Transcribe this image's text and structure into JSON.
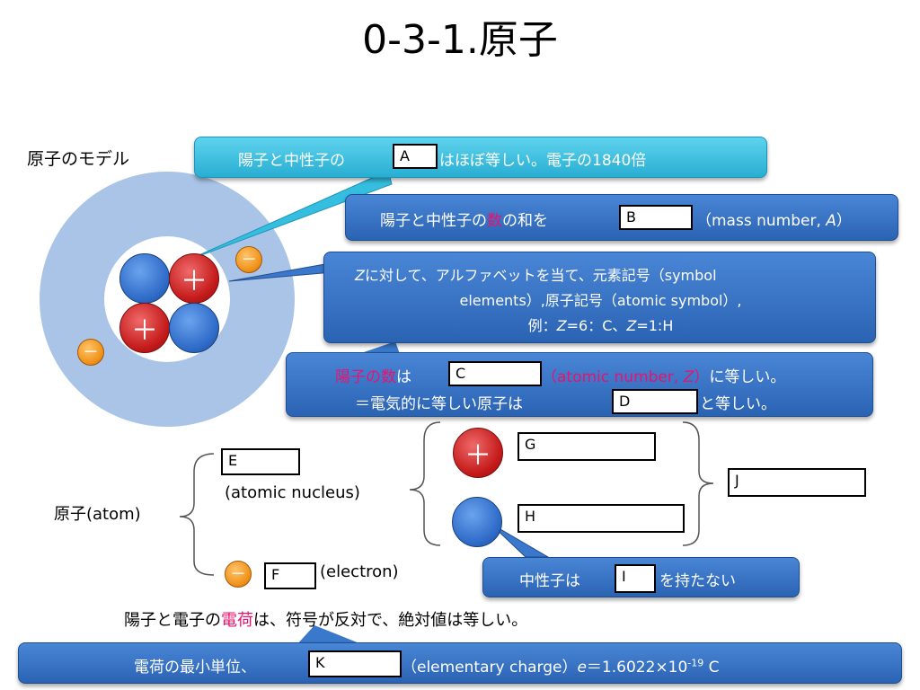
{
  "title": "0-3-1.原子",
  "model_label": "原子のモデル",
  "callout_a": {
    "text_pre": "陽子と中性子の",
    "blank": "A",
    "text_post": "はほぼ等しい。電子の1840倍"
  },
  "callout_b": {
    "text_pre": "陽子と中性子の",
    "highlight": "数",
    "text_mid": "の和を",
    "blank": "B",
    "text_post": "（mass number, ",
    "italic": "A",
    "close": "）"
  },
  "callout_z": {
    "line1_italic": "Z",
    "line1": "に対して、アルファベットを当て、元素記号（symbol",
    "line2": "elements）,原子記号（atomic symbol）,",
    "line3_pre": "例：",
    "line3_z1": "Z",
    "line3_mid": "=6：C、",
    "line3_z2": "Z",
    "line3_post": "=1:H"
  },
  "callout_c": {
    "highlight": "陽子の数",
    "text_pre": "は",
    "blank": "C",
    "pink_text": "（atomic number, ",
    "pink_italic": "Z",
    "pink_close": "）",
    "text_post": "に等しい。",
    "line2_pre": "＝電気的に等しい原子は",
    "blank2": "D",
    "line2_post": "と等しい。"
  },
  "atom_label": "原子(atom)",
  "blank_e": "E",
  "nucleus_label": "(atomic nucleus)",
  "blank_f": "F",
  "electron_label": "(electron)",
  "blank_g": "G",
  "blank_h": "H",
  "blank_j": "J",
  "callout_i": {
    "text_pre": "中性子は",
    "blank": "I",
    "text_post": "を持たない"
  },
  "charge_sentence": {
    "pre": "陽子と電子の",
    "highlight": "電荷",
    "post": "は、符号が反対で、絶対値は等しい。"
  },
  "callout_k": {
    "text_pre": "電荷の最小単位、",
    "blank": "K",
    "text_mid": "（elementary   charge）",
    "italic": "e",
    "text_post": "＝1.6022×10",
    "sup": "-19",
    "unit": " C"
  },
  "signs": {
    "plus": "＋",
    "minus": "－"
  },
  "colors": {
    "callout_blue": "#2b63b3",
    "callout_cyan": "#28aed2",
    "highlight": "#e8126f",
    "orbit": "#a9c4e6"
  }
}
